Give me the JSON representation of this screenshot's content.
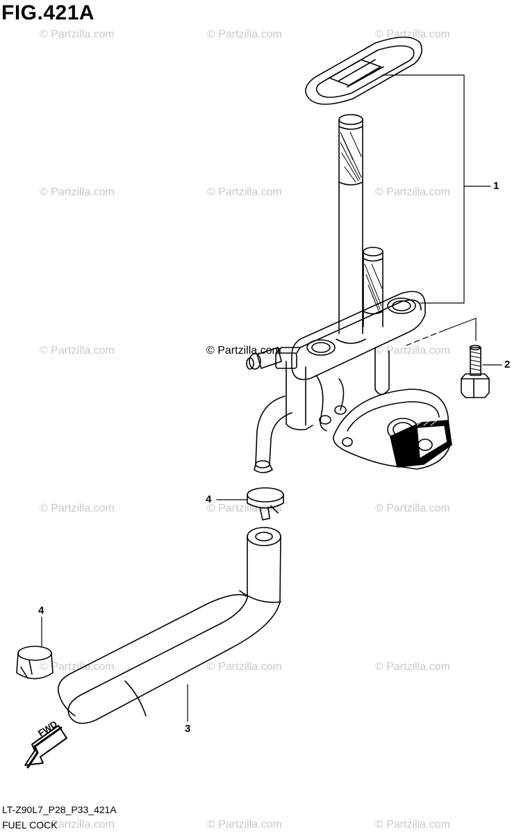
{
  "figure": {
    "title": "FIG.421A"
  },
  "watermark": {
    "text": "© Partzilla.com",
    "emphasized_text": "© Partzilla.com"
  },
  "callouts": {
    "c1": "1",
    "c2": "2",
    "c3": "3",
    "c4a": "4",
    "c4b": "4"
  },
  "arrow": {
    "label": "FWD"
  },
  "footer": {
    "code": "LT-Z90L7_P28_P33_421A",
    "caption": "FUEL COCK"
  },
  "colors": {
    "line": "#000000",
    "watermark": "#c8c8c8",
    "background": "#ffffff"
  }
}
